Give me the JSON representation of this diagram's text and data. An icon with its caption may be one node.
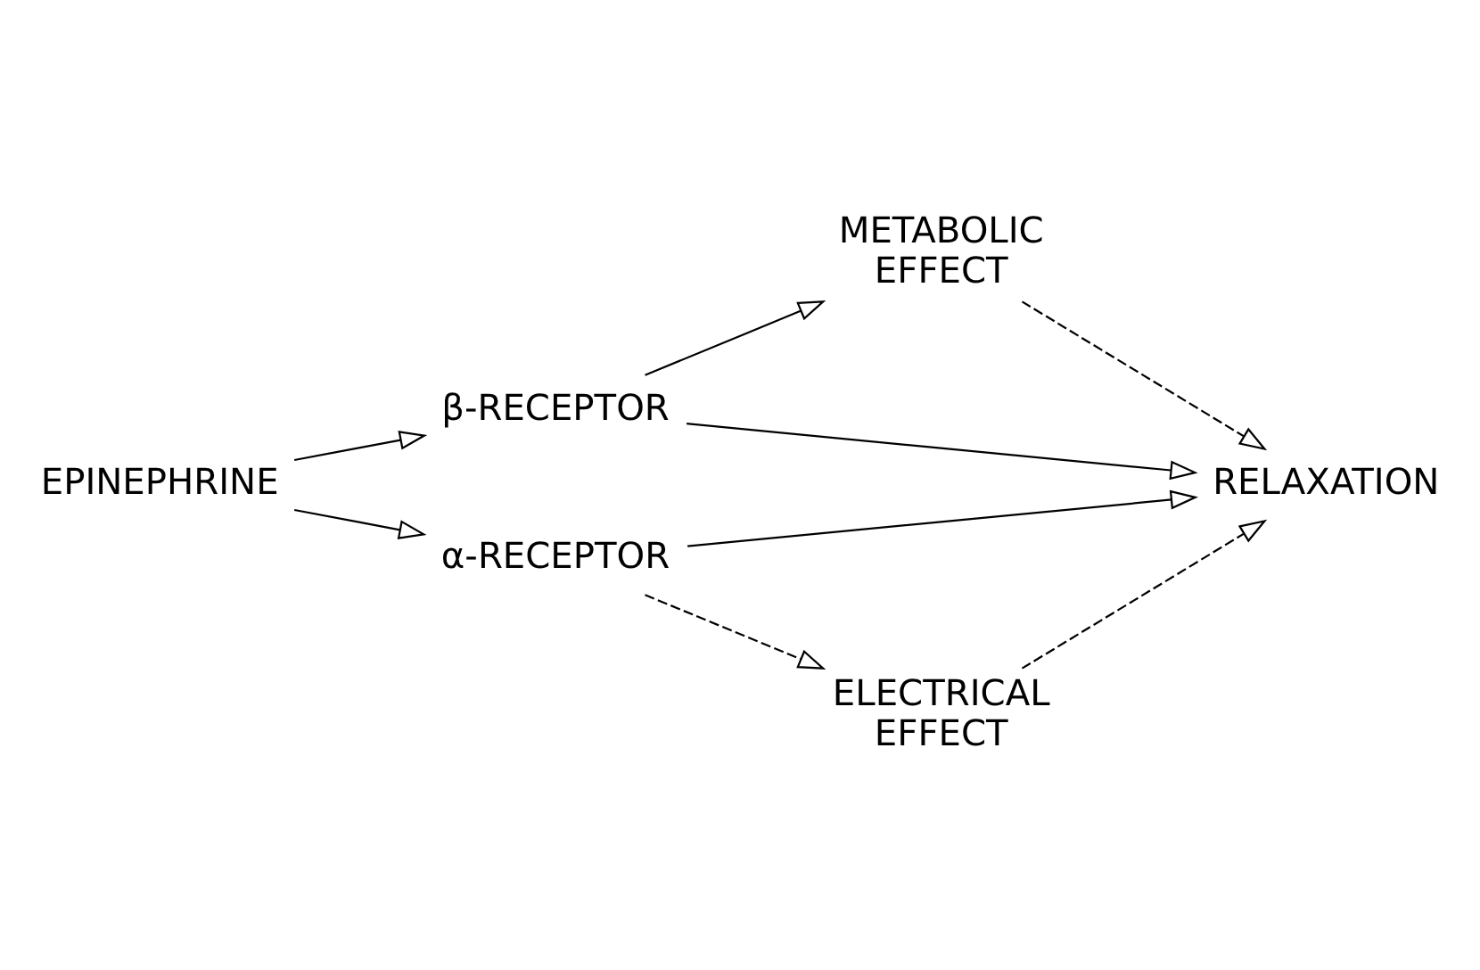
{
  "diagram": {
    "nodes": [
      {
        "text": [
          "METABOLIC EFFECT"
        ]
      },
      {
        "text": [
          "β-RECEPTOR"
        ]
      },
      {
        "text": [
          "EPINEPHRINE"
        ]
      },
      {
        "text": [
          "RELAXATION"
        ]
      },
      {
        "text": [
          "α-RECEPTOR"
        ]
      },
      {
        "text": [
          "ELECTRICAL EFFECT"
        ]
      }
    ],
    "edges": [
      {
        "from": 2,
        "to": 1,
        "arrow": "to"
      },
      {
        "from": 2,
        "to": 4,
        "arrow": "to"
      },
      {
        "from": 1,
        "to": 0,
        "arrow": "to"
      },
      {
        "from": 1,
        "to": 3,
        "arrow": "to"
      },
      {
        "from": 0,
        "to": 3,
        "arrow": "to",
        "style": "dashed"
      },
      {
        "from": 4,
        "to": 3,
        "arrow": "to"
      },
      {
        "from": 4,
        "to": 5,
        "arrow": "to",
        "style": "dashed"
      },
      {
        "from": 5,
        "to": 3,
        "arrow": "to",
        "style": "dashed"
      }
    ]
  }
}
